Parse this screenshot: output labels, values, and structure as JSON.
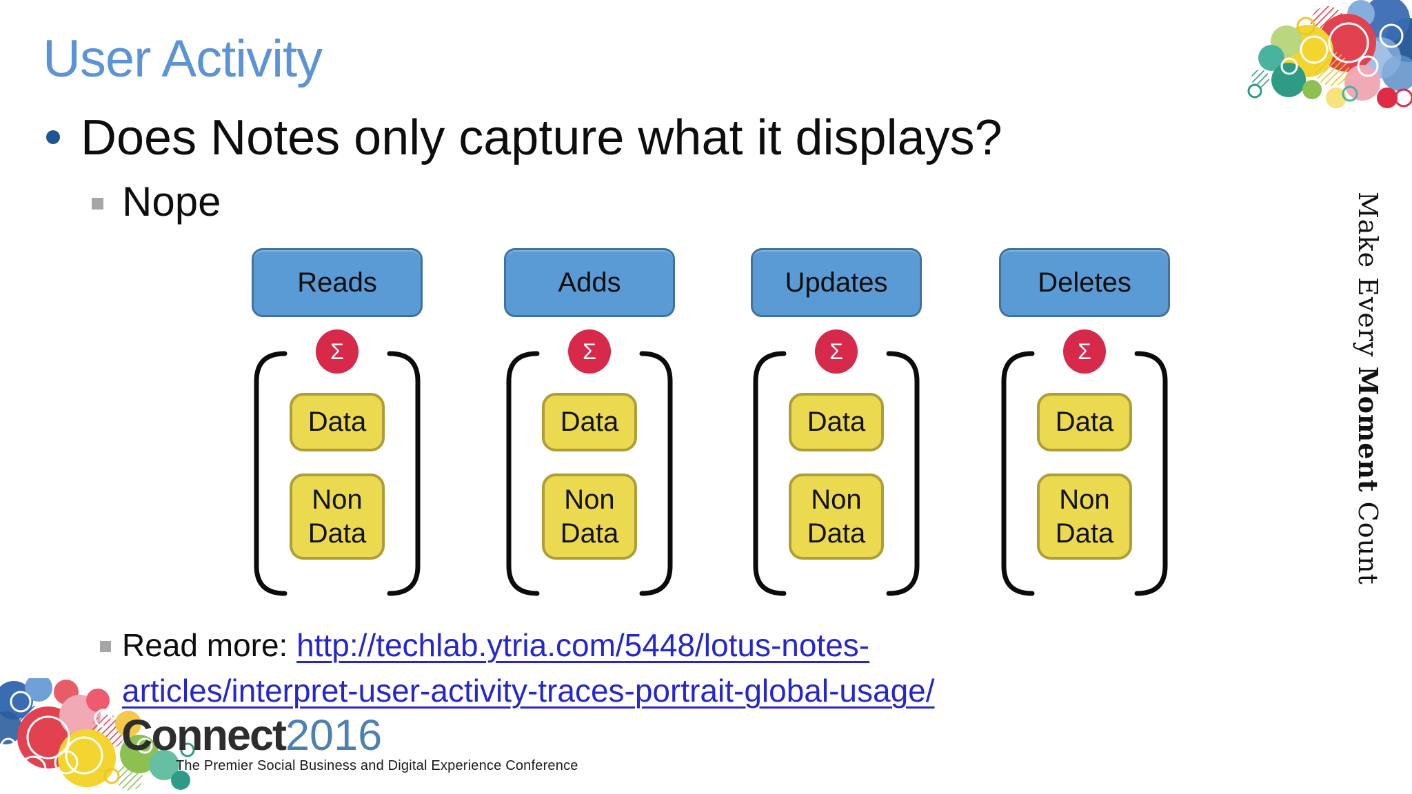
{
  "slide": {
    "title": "User Activity",
    "bullet_question": "Does Notes only capture what it displays?",
    "sub_bullet": "Nope",
    "read_more_label": "Read more: ",
    "link": {
      "line1": "http://techlab.ytria.com/5448/lotus-notes-",
      "line2": "articles/interpret-user-activity-traces-portrait-global-usage/"
    }
  },
  "diagram": {
    "sigma_symbol": "Σ",
    "columns": [
      {
        "label": "Reads",
        "items": [
          "Data",
          "Non Data"
        ]
      },
      {
        "label": "Adds",
        "items": [
          "Data",
          "Non Data"
        ]
      },
      {
        "label": "Updates",
        "items": [
          "Data",
          "Non Data"
        ]
      },
      {
        "label": "Deletes",
        "items": [
          "Data",
          "Non Data"
        ]
      }
    ]
  },
  "footer": {
    "brand": "Connect",
    "year": "2016",
    "tagline": "The Premier Social Business and Digital Experience Conference"
  },
  "motto": {
    "pre": "Make Every ",
    "bold": "Moment",
    "post": " Count"
  },
  "colors": {
    "title_blue": "#5B93D6",
    "header_box_blue": "#5B9BD5",
    "header_box_border": "#41719C",
    "item_box_yellow": "#EBD94F",
    "item_box_border": "#AD9E37",
    "sigma_red": "#D7294A",
    "link_blue": "#2626CE",
    "bullet_navy": "#1D5596",
    "sub_bullet_gray": "#A6A6A6",
    "logo_year_blue": "#4C7FB2"
  }
}
